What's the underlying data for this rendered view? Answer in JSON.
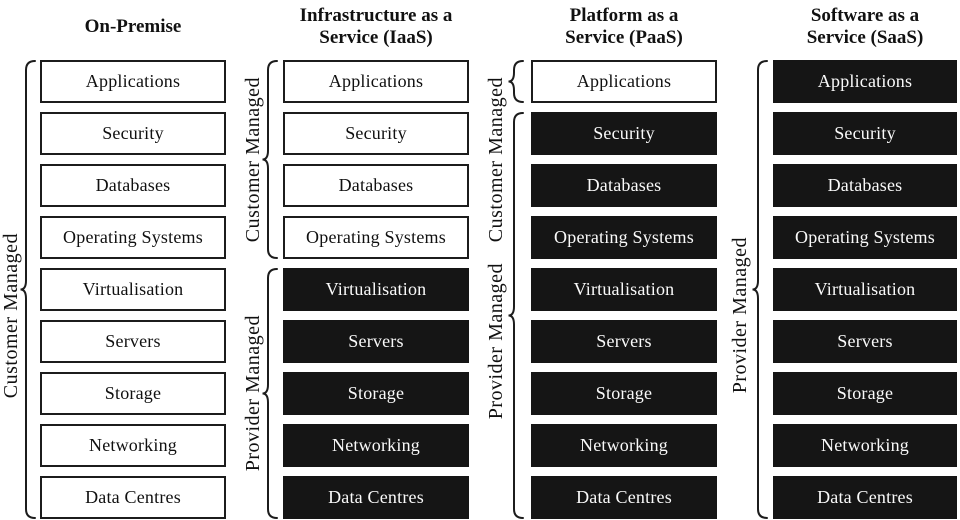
{
  "colors": {
    "dark_box_bg": "#151515",
    "box_border": "#1c1c1c",
    "text_dark": "#101010",
    "text_light": "#fafafa",
    "bracket_stroke": "#1c1c1c"
  },
  "rows": [
    "Applications",
    "Security",
    "Databases",
    "Operating Systems",
    "Virtualisation",
    "Servers",
    "Storage",
    "Networking",
    "Data Centres"
  ],
  "side_labels": {
    "customer": "Customer Managed",
    "provider": "Provider Managed"
  },
  "columns": [
    {
      "id": "on-premise",
      "title_lines": [
        "On-Premise"
      ],
      "dark_rows": [],
      "brackets": [
        {
          "label": "Customer Managed",
          "rows": [
            1,
            9
          ],
          "label_rows": [
            3,
            8
          ]
        }
      ]
    },
    {
      "id": "iaas",
      "title_lines": [
        "Infrastructure as a",
        "Service (IaaS)"
      ],
      "dark_rows": [
        5,
        6,
        7,
        8,
        9
      ],
      "brackets": [
        {
          "label": "Customer Managed",
          "rows": [
            1,
            4
          ]
        },
        {
          "label": "Provider Managed",
          "rows": [
            5,
            9
          ]
        }
      ]
    },
    {
      "id": "paas",
      "title_lines": [
        "Platform as a",
        "Service (PaaS)"
      ],
      "dark_rows": [
        2,
        3,
        4,
        5,
        6,
        7,
        8,
        9
      ],
      "brackets": [
        {
          "label": "Customer Managed",
          "rows": [
            1,
            1
          ],
          "label_rows": [
            1,
            4
          ]
        },
        {
          "label": "Provider Managed",
          "rows": [
            2,
            9
          ],
          "label_rows": [
            4,
            8
          ]
        }
      ]
    },
    {
      "id": "saas",
      "title_lines": [
        "Software as a",
        "Service (SaaS)"
      ],
      "dark_rows": [
        1,
        2,
        3,
        4,
        5,
        6,
        7,
        8,
        9
      ],
      "brackets": [
        {
          "label": "Provider Managed",
          "rows": [
            1,
            9
          ],
          "label_rows": [
            3,
            8
          ]
        }
      ]
    }
  ]
}
